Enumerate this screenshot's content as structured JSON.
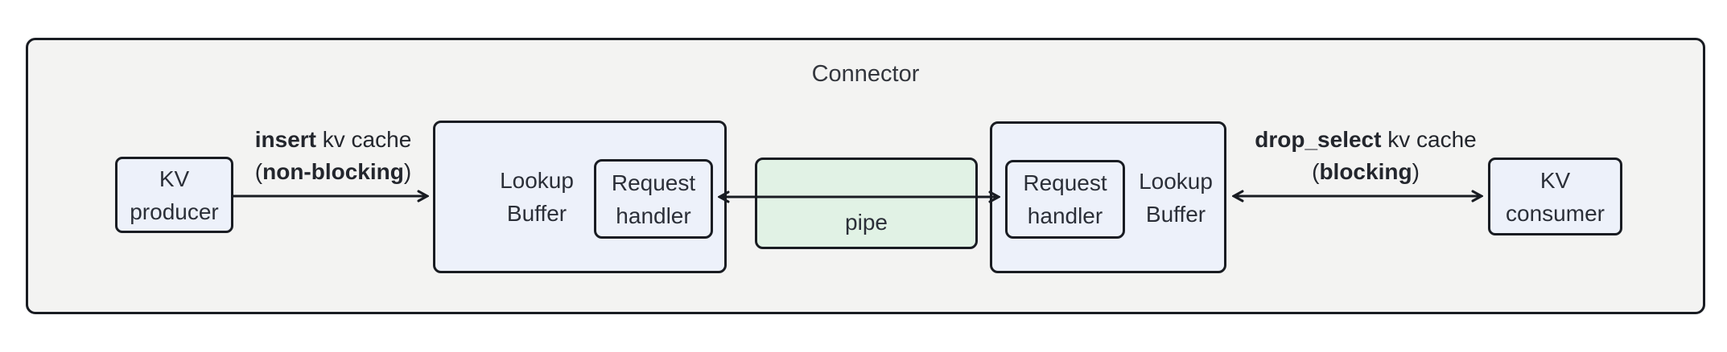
{
  "diagram": {
    "title": "Connector",
    "nodes": {
      "kv_producer": {
        "line1": "KV",
        "line2": "producer"
      },
      "lookup_buffer_left": {
        "line1": "Lookup",
        "line2": "Buffer"
      },
      "request_handler_left": {
        "line1": "Request",
        "line2": "handler"
      },
      "pipe": {
        "label": "pipe"
      },
      "request_handler_right": {
        "line1": "Request",
        "line2": "handler"
      },
      "lookup_buffer_right": {
        "line1": "Lookup",
        "line2": "Buffer"
      },
      "kv_consumer": {
        "line1": "KV",
        "line2": "consumer"
      }
    },
    "edges": {
      "insert": {
        "line1_bold": "insert",
        "line1_rest": " kv cache",
        "line2_open": "(",
        "line2_bold": "non-blocking",
        "line2_close": ")"
      },
      "drop_select": {
        "line1_bold": "drop_select",
        "line1_rest": " kv cache",
        "line2_open": "(",
        "line2_bold": "blocking",
        "line2_close": ")"
      }
    },
    "colors": {
      "outer_fill": "#f3f3f2",
      "node_fill": "#edf1fa",
      "pipe_fill": "#e1f2e5",
      "border": "#191c22",
      "text": "#2b2f38"
    }
  }
}
